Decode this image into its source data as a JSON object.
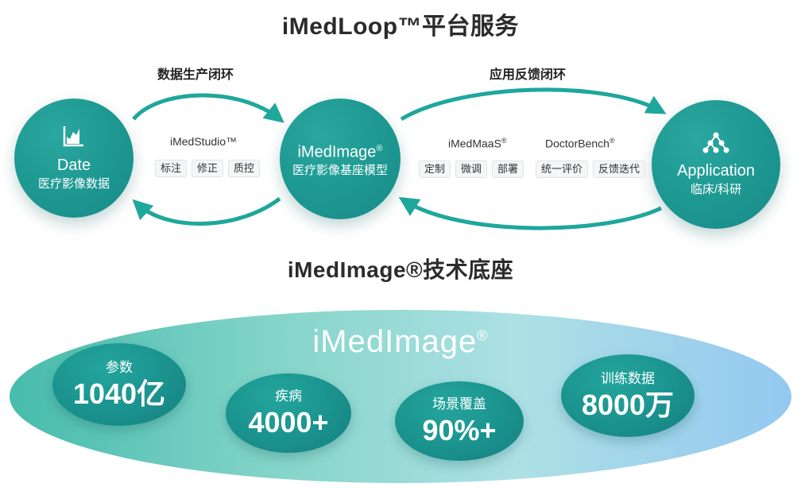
{
  "header": {
    "title": "iMedLoop™平台服务"
  },
  "loops": {
    "data_loop": "数据生产闭环",
    "app_loop": "应用反馈闭环"
  },
  "left_circle": {
    "title": "Date",
    "subtitle": "医疗影像数据",
    "icon": "chart-icon"
  },
  "center_circle": {
    "title": "iMedImage",
    "mark": "®",
    "subtitle": "医疗影像基座模型"
  },
  "right_circle": {
    "title": "Application",
    "subtitle": "临床/科研",
    "icon": "network-icon"
  },
  "studio": {
    "name": "iMedStudio™",
    "tags": [
      "标注",
      "修正",
      "质控"
    ]
  },
  "maas": {
    "name": "iMedMaaS",
    "mark": "®",
    "tags": [
      "定制",
      "微调",
      "部署"
    ]
  },
  "bench": {
    "name": "DoctorBench",
    "mark": "®",
    "tags": [
      "统一评价",
      "反馈迭代"
    ]
  },
  "section": {
    "title": "iMedImage®技术底座"
  },
  "foundation": {
    "title": "iMedImage",
    "mark": "®",
    "stats": [
      {
        "label": "参数",
        "value": "1040亿"
      },
      {
        "label": "疾病",
        "value": "4000+"
      },
      {
        "label": "场景覆盖",
        "value": "90%+"
      },
      {
        "label": "训练数据",
        "value": "8000万"
      }
    ]
  },
  "colors": {
    "teal": "#1f9a93",
    "arrow": "#1fa79c",
    "title": "#2b2b2b"
  }
}
